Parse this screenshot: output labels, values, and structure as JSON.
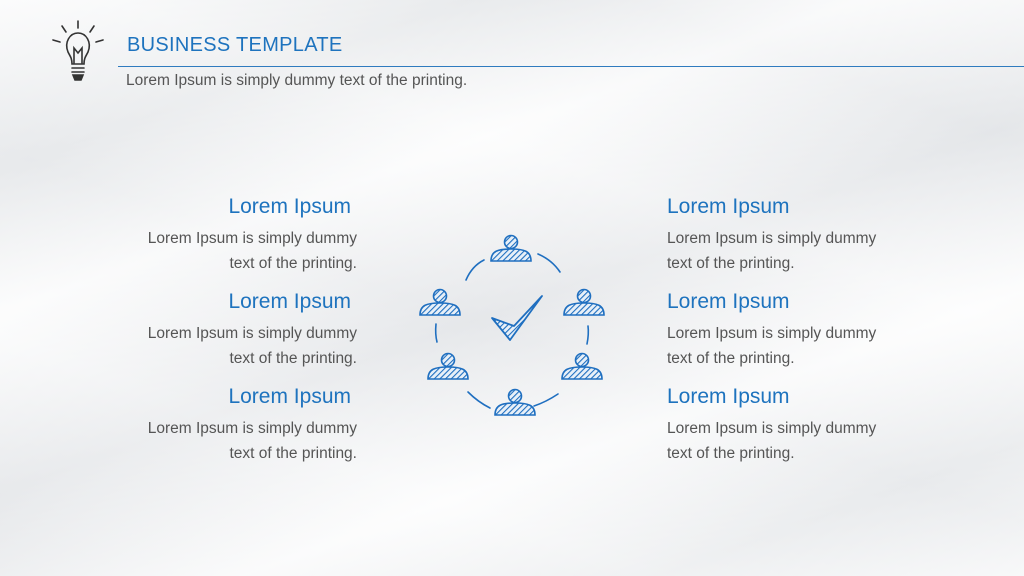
{
  "header": {
    "title": "BUSINESS TEMPLATE",
    "subtitle": "Lorem Ipsum is simply dummy text of the printing."
  },
  "left_items": [
    {
      "heading": "Lorem Ipsum",
      "line1": "Lorem Ipsum is simply dummy",
      "line2": "text of the printing."
    },
    {
      "heading": "Lorem Ipsum",
      "line1": "Lorem Ipsum is simply dummy",
      "line2": "text of the printing."
    },
    {
      "heading": "Lorem Ipsum",
      "line1": "Lorem Ipsum is simply dummy",
      "line2": "text of the printing."
    }
  ],
  "right_items": [
    {
      "heading": "Lorem Ipsum",
      "line1": "Lorem Ipsum is simply dummy",
      "line2": "text of the printing."
    },
    {
      "heading": "Lorem Ipsum",
      "line1": "Lorem Ipsum is simply dummy",
      "line2": "text of the printing."
    },
    {
      "heading": "Lorem Ipsum",
      "line1": "Lorem Ipsum is simply dummy",
      "line2": "text of the printing."
    }
  ],
  "icons": {
    "header": "lightbulb-icon",
    "center": "team-circle-check-icon"
  },
  "colors": {
    "accent": "#1e73be",
    "text": "#555555"
  }
}
